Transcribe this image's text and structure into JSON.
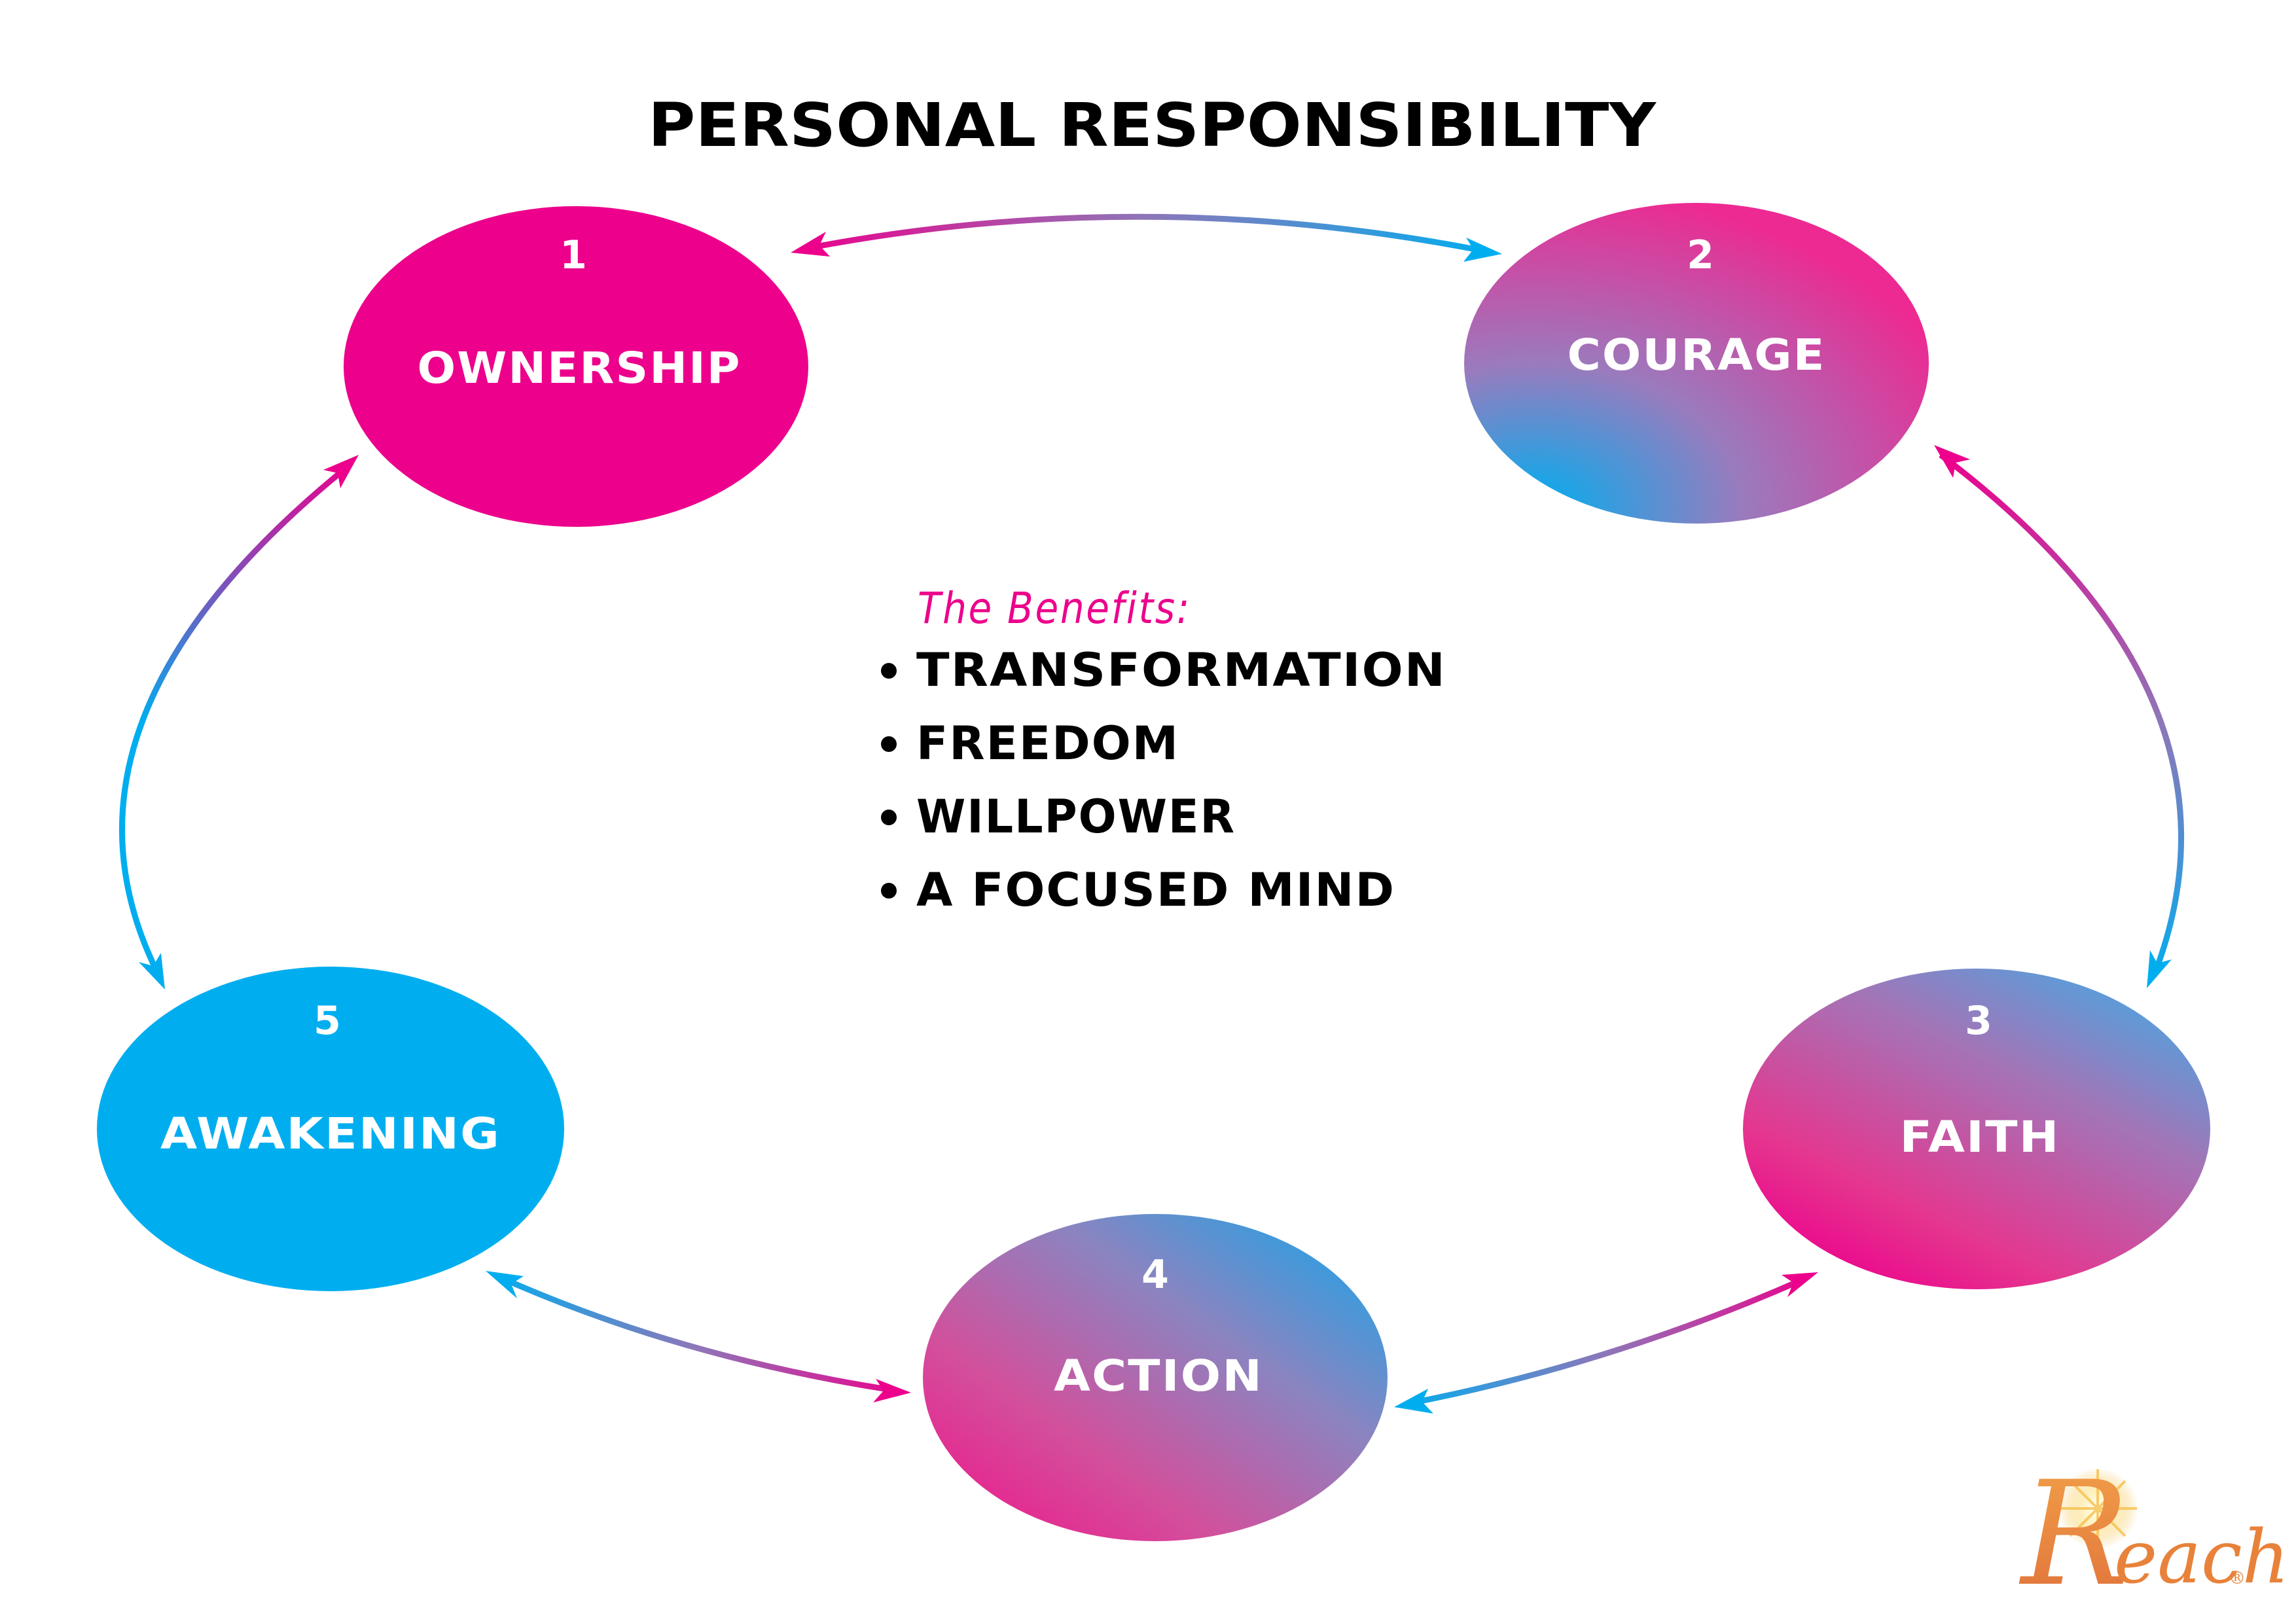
{
  "title": "PERSONAL RESPONSIBILITY",
  "colors": {
    "magenta": "#ec008c",
    "cyan": "#00aeef",
    "purple": "#8e76b8",
    "text": "#000000",
    "logo_orange": "#e8823a",
    "logo_gold": "#f6c04a"
  },
  "steps": [
    {
      "number": "1",
      "label": "OWNERSHIP"
    },
    {
      "number": "2",
      "label": "COURAGE"
    },
    {
      "number": "3",
      "label": "FAITH"
    },
    {
      "number": "4",
      "label": "ACTION"
    },
    {
      "number": "5",
      "label": "AWAKENING"
    }
  ],
  "benefits": {
    "heading": "The Benefits:",
    "items": [
      "TRANSFORMATION",
      "FREEDOM",
      "WILLPOWER",
      "A FOCUSED MIND"
    ]
  },
  "logo": {
    "initial": "R",
    "rest": "each",
    "registered": "®",
    "icon": "sunburst-icon"
  }
}
